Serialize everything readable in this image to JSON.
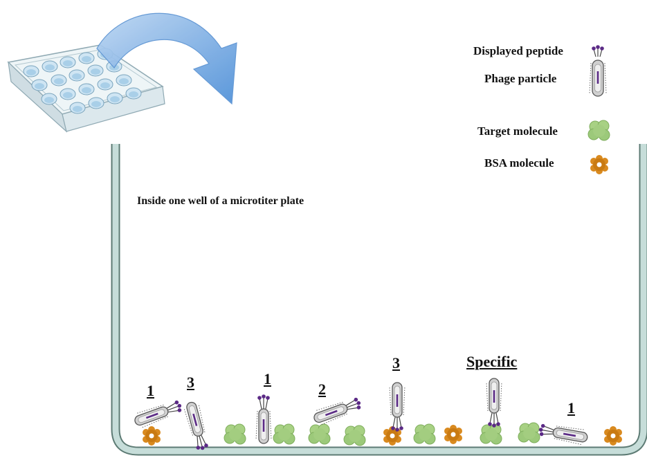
{
  "legend": {
    "displayed_peptide": "Displayed peptide",
    "phage_particle": "Phage particle",
    "target_molecule": "Target molecule",
    "bsa_molecule": "BSA molecule"
  },
  "well_caption": "Inside one well of a microtiter plate",
  "binding_labels": {
    "a": "1",
    "b": "3",
    "c": "1",
    "d": "2",
    "e": "3",
    "specific": "Specific",
    "f": "1"
  },
  "colors": {
    "well_wall": "#c6ddd9",
    "well_outline": "#5d7b74",
    "arrow": "#5b97dc",
    "plate": "#dbe9ee",
    "target": "#9cc97a",
    "bsa": "#d98a1f",
    "phage_body": "#c9c9c9",
    "peptide": "#5b2a86"
  }
}
